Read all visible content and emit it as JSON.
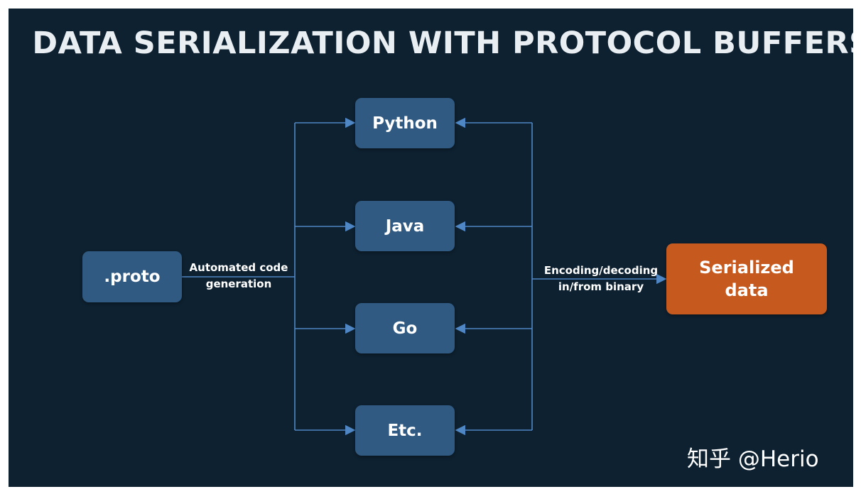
{
  "title": "DATA SERIALIZATION WITH PROTOCOL BUFFERS",
  "nodes": {
    "source": ".proto",
    "languages": [
      "Python",
      "Java",
      "Go",
      "Etc."
    ],
    "target": "Serialized\ndata"
  },
  "edge_labels": {
    "codegen": "Automated code\ngeneration",
    "encoding": "Encoding/decoding\nin/from binary"
  },
  "watermark": "知乎 @Herio",
  "colors": {
    "background": "#0e2130",
    "node_blue": "#305a82",
    "node_orange": "#c65a1e",
    "connector": "#4f86c4"
  }
}
